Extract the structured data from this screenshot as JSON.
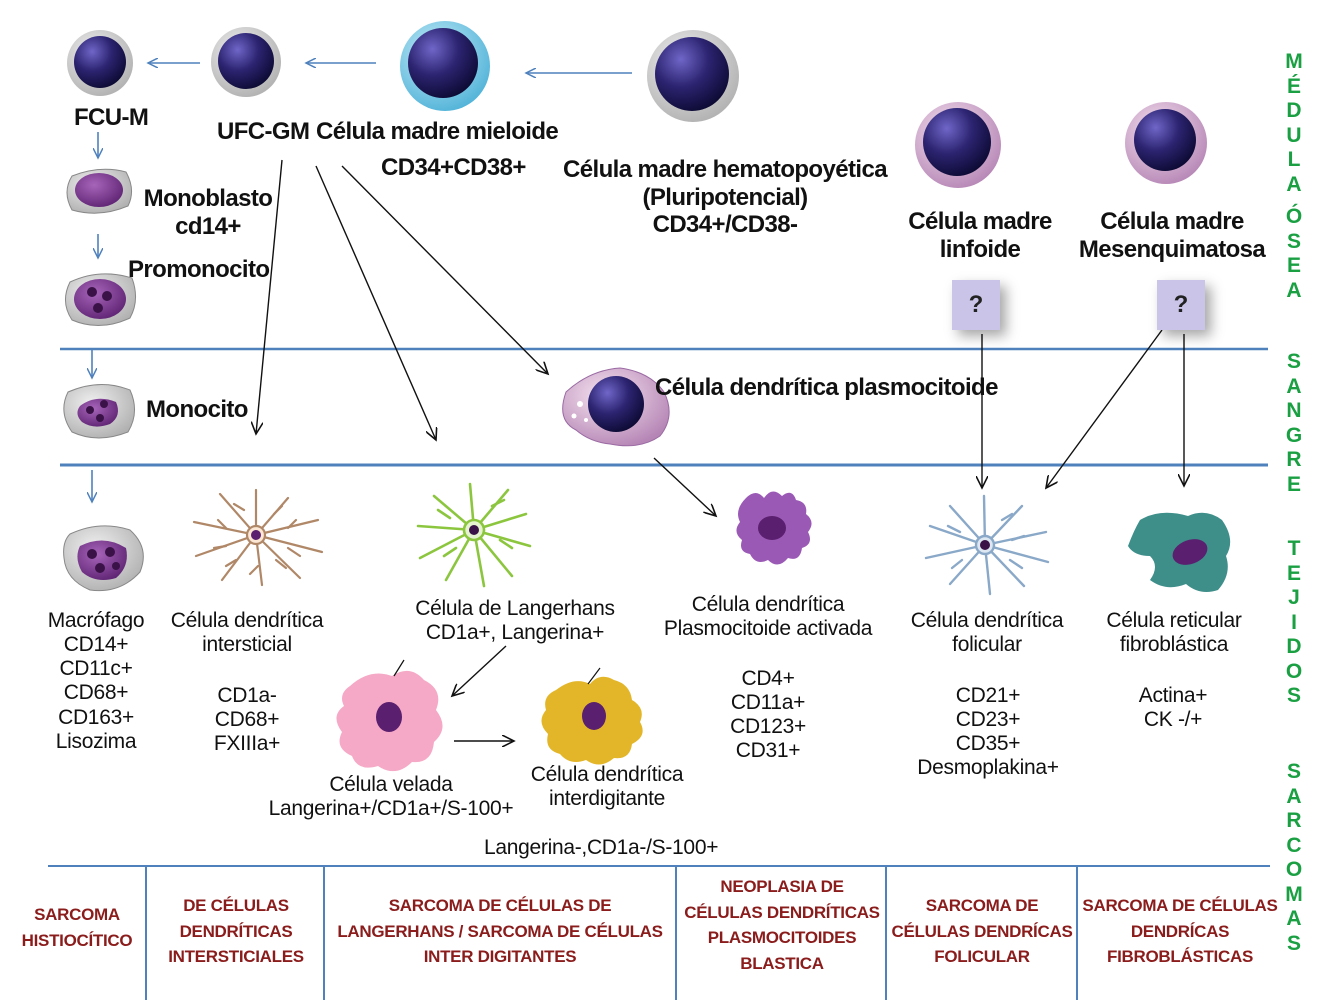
{
  "side_labels": {
    "medula": "MÉDULA ÓSEA",
    "sangre": "SANGRE",
    "tejidos": "TEJIDOS",
    "sarcomas": "SARCOMAS"
  },
  "cells": {
    "fcu_m": "FCU-M",
    "ufc_gm": "UFC-GM",
    "celula_madre_mieloide": "Célula madre mieloide",
    "mieloide_markers": "CD34+CD38+",
    "hematopoyetica": "Célula madre hematopoyética\n(Pluripotencial)\nCD34+/CD38-",
    "linfoide": "Célula madre\nlinfoide",
    "mesenquimatosa": "Célula madre\nMesenquimatosa",
    "monoblasto": "Monoblasto\ncd14+",
    "promonocito": "Promonocito",
    "monocito": "Monocito",
    "plasmocitoide": "Célula dendrítica plasmocitoide",
    "question_mark": "?"
  },
  "tissue": {
    "macrofago": "Macrófago\nCD14+\nCD11c+\nCD68+\nCD163+\nLisozima",
    "intersticial_name": "Célula dendrítica\nintersticial",
    "intersticial_markers": "CD1a-\nCD68+\nFXIIIa+",
    "langerhans": "Célula de Langerhans\nCD1a+, Langerina+",
    "plasmocitoide_activada": "Célula dendrítica\nPlasmocitoide activada",
    "plasmocitoide_markers": "CD4+\nCD11a+\nCD123+\nCD31+",
    "folicular_name": "Célula dendrítica\nfolicular",
    "folicular_markers": "CD21+\nCD23+\nCD35+\nDesmoplakina+",
    "reticular_name": "Célula reticular\nfibroblástica",
    "reticular_markers": "Actina+\nCK -/+",
    "velada": "Célula velada\nLangerina+/CD1a+/S-100+",
    "interdigitante": "Célula dendrítica\ninterdigitante",
    "interdigitante_markers": "Langerina-,CD1a-/S-100+"
  },
  "sarcomas": [
    "SARCOMA\nHISTIOCÍTICO",
    "DE CÉLULAS\nDENDRÍTICAS\nINTERSTICIALES",
    "SARCOMA DE CÉLULAS DE\nLANGERHANS / SARCOMA DE\nCÉLULAS INTER DIGITANTES",
    "NEOPLASIA DE\nCÉLULAS\nDENDRÍTICAS\nPLASMOCITOIDES\nBLASTICA",
    "SARCOMA DE\nCÉLULAS\nDENDRÍCAS\nFOLICULAR",
    "SARCOMA DE\nCÉLULAS\nDENDRÍCAS\nFIBROBLÁSTICAS"
  ],
  "colors": {
    "line_blue": "#4f81bd",
    "side_green": "#1aa043",
    "sarcoma_red": "#8b1c1c",
    "nucleus": "#2c2470",
    "langerhans_green": "#8cc63f",
    "interstitial_brown": "#b08868",
    "follicular_blue": "#8aa8c8",
    "reticular_teal": "#3e8e8a",
    "pink": "#f5a9c6",
    "gold": "#e3b62a",
    "purple": "#9b59b6"
  }
}
